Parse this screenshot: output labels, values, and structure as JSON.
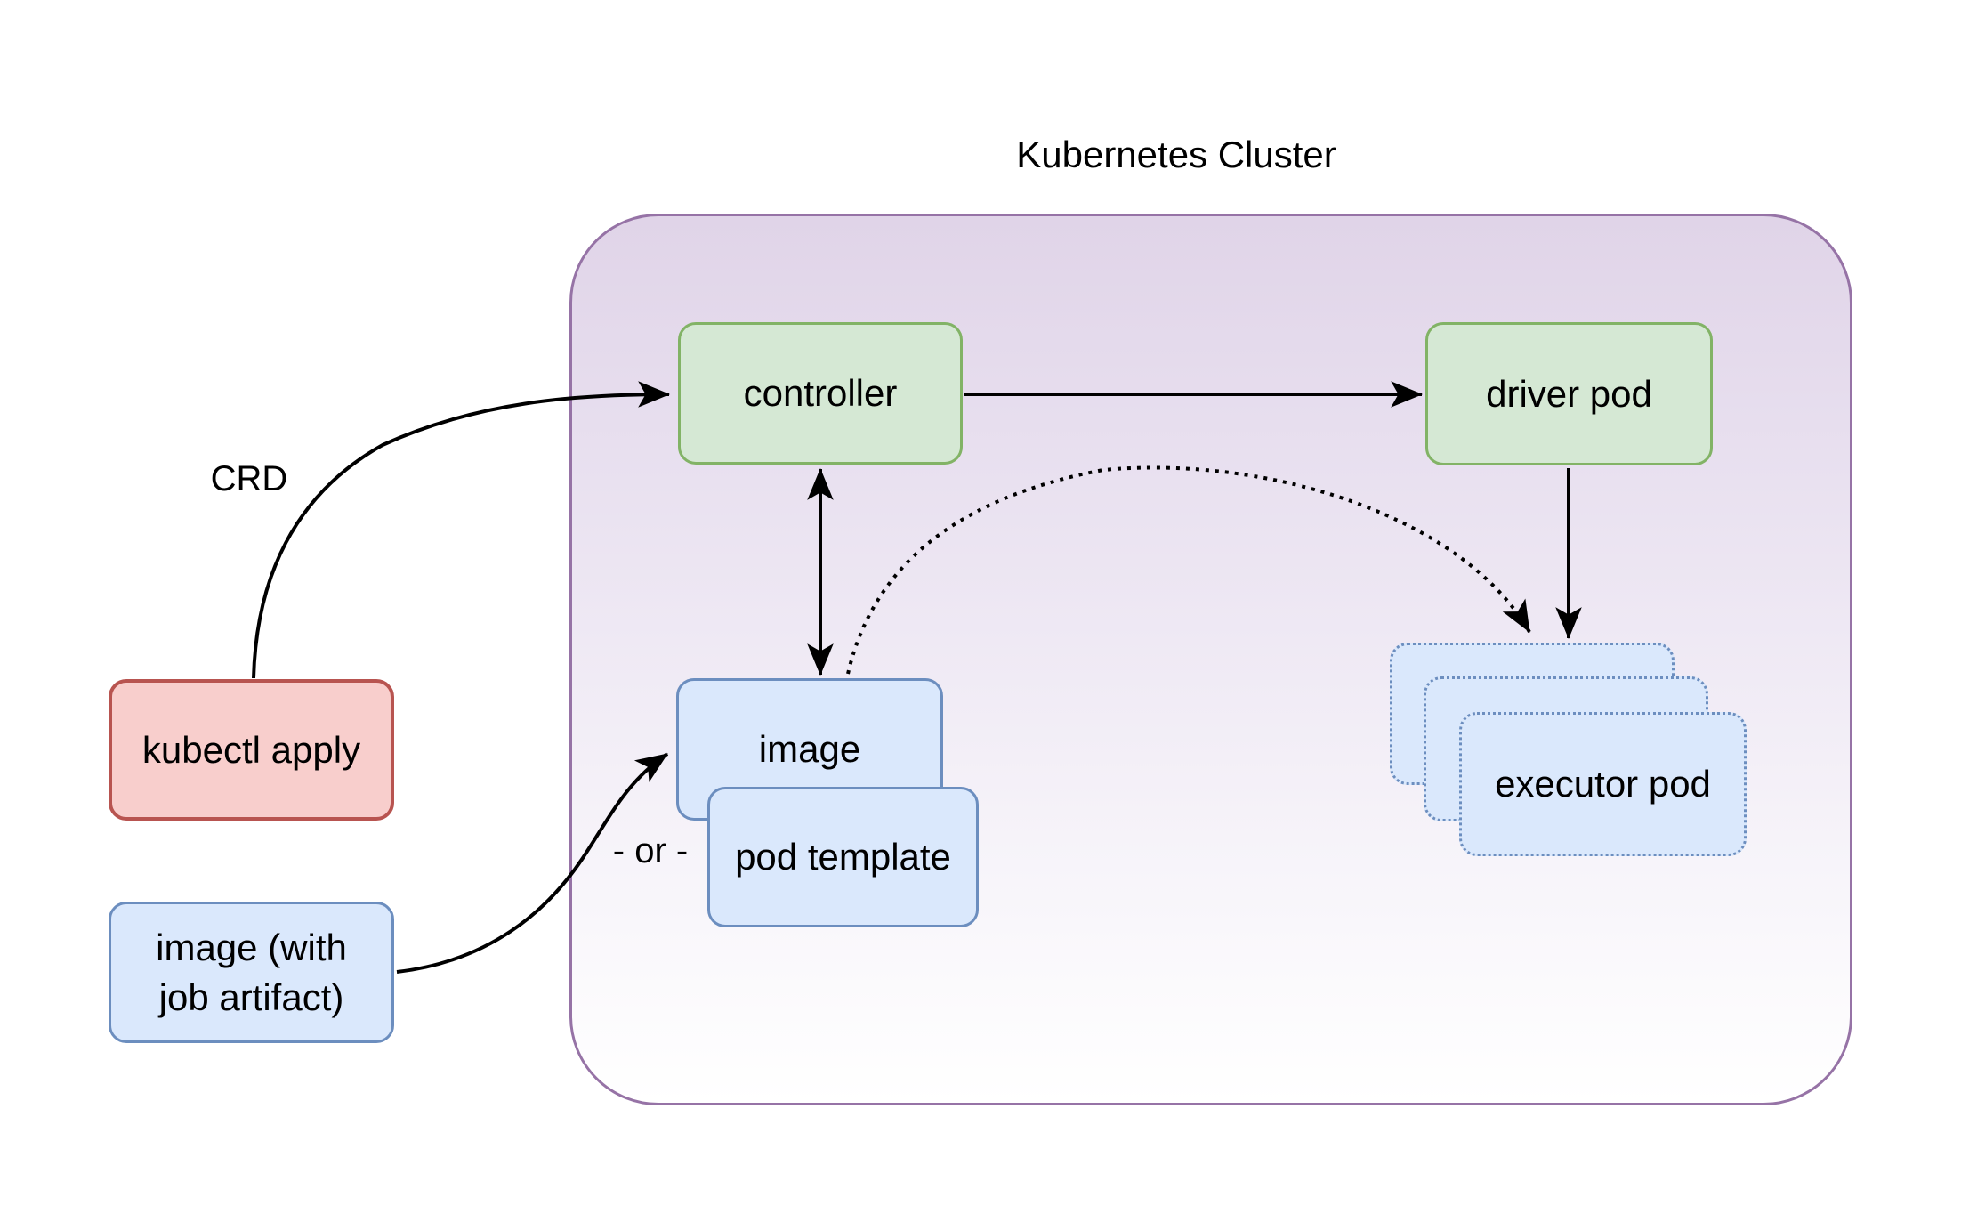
{
  "title": "Kubernetes Cluster",
  "labels": {
    "crd": "CRD",
    "or": "- or -"
  },
  "nodes": {
    "kubectl_apply": {
      "label": "kubectl apply",
      "color": "red"
    },
    "image_with_job_artifact": {
      "label": "image (with job artifact)",
      "color": "blue"
    },
    "controller": {
      "label": "controller",
      "color": "green"
    },
    "driver_pod": {
      "label": "driver pod",
      "color": "green"
    },
    "image": {
      "label": "image",
      "color": "blue"
    },
    "pod_template": {
      "label": "pod template",
      "color": "blue"
    },
    "executor_pod": {
      "label": "executor pod",
      "color": "blue-dotted",
      "stack_count": 3
    }
  },
  "edges": [
    {
      "from": "kubectl_apply",
      "to": "controller",
      "style": "solid-curve",
      "label": "CRD"
    },
    {
      "from": "image_with_job_artifact",
      "to": "image",
      "style": "solid-curve"
    },
    {
      "from": "controller",
      "to": "driver_pod",
      "style": "solid"
    },
    {
      "from": "controller",
      "to": "image",
      "style": "solid-double-arrow"
    },
    {
      "from": "driver_pod",
      "to": "executor_pod",
      "style": "solid"
    },
    {
      "from": "image",
      "to": "executor_pod",
      "style": "dotted-curve"
    }
  ],
  "colors": {
    "cluster_border": "#9673a6",
    "cluster_fill_top": "#e0d4e8",
    "cluster_fill_bottom": "#ffffff",
    "green_fill": "#d5e8d4",
    "green_border": "#82b366",
    "blue_fill": "#dae8fc",
    "blue_border": "#6c8ebf",
    "red_fill": "#f8cecc",
    "red_border": "#b85450",
    "edge": "#000000"
  }
}
